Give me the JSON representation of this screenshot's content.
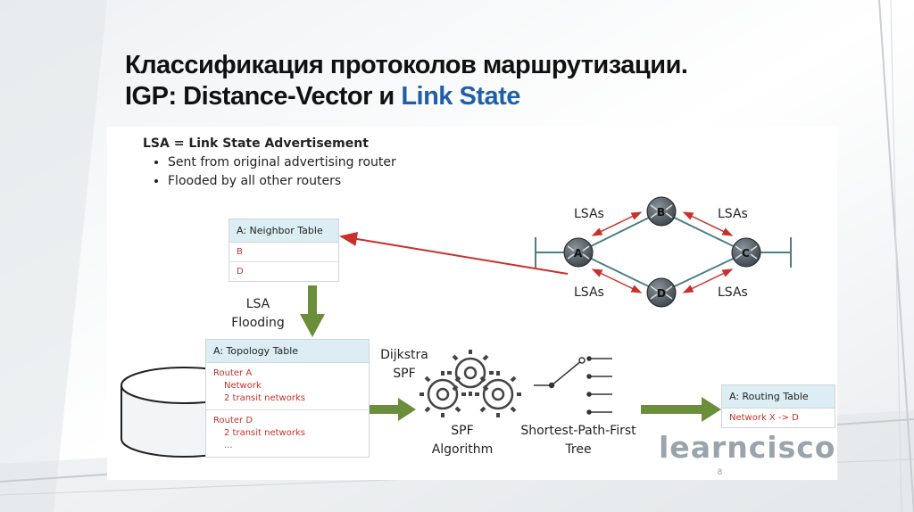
{
  "title": {
    "line1": "Классификация протоколов маршрутизации.",
    "line2_prefix": "IGP: Distance-Vector и ",
    "line2_accent": "Link State"
  },
  "lsa_definition": {
    "heading": "LSA = Link State Advertisement",
    "bullets": [
      "Sent from original advertising router",
      "Flooded by all other routers"
    ]
  },
  "neighbor_table": {
    "header": "A: Neighbor Table",
    "rows": [
      "B",
      "D"
    ]
  },
  "flooding_label": [
    "LSA",
    "Flooding"
  ],
  "topology_table": {
    "header": "A: Topology Table",
    "router_a": [
      "Router A",
      "Network",
      "2 transit networks"
    ],
    "router_d": [
      "Router D",
      "2 transit networks",
      "..."
    ]
  },
  "dijkstra_label": [
    "Dijkstra",
    "SPF"
  ],
  "spf_label": [
    "SPF",
    "Algorithm"
  ],
  "tree_label": [
    "Shortest-Path-First",
    "Tree"
  ],
  "routing_table": {
    "header": "A: Routing Table",
    "rows": [
      "Network X -> D"
    ]
  },
  "network": {
    "routers": [
      "A",
      "B",
      "C",
      "D"
    ],
    "lsa_labels": [
      "LSAs",
      "LSAs",
      "LSAs",
      "LSAs"
    ]
  },
  "brand": "learncisco",
  "page_number": "8",
  "colors": {
    "accent": "#1f5fa8",
    "arrow_green": "#6b8e3a",
    "lsa_red": "#c9302c",
    "link": "#4f7f86"
  }
}
